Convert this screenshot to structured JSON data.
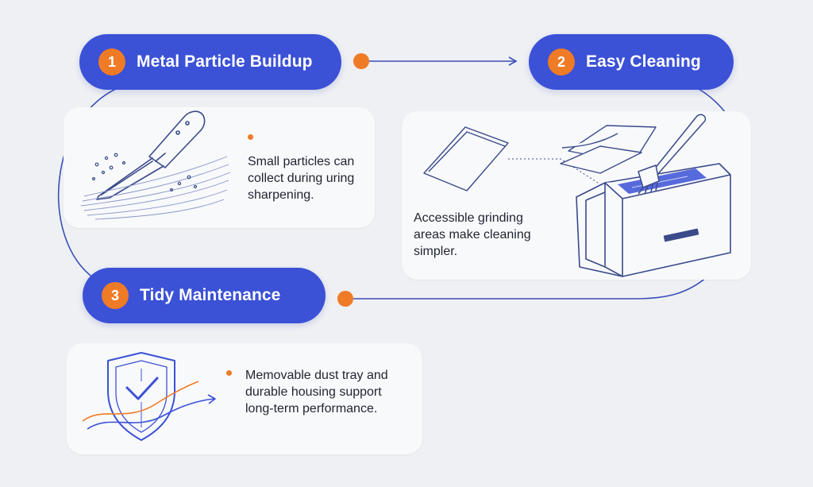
{
  "steps": [
    {
      "number": "1",
      "title": "Metal Particle Buildup",
      "description": "Small particles can collect during uring sharpening."
    },
    {
      "number": "2",
      "title": "Easy Cleaning",
      "description": "Accessible grinding areas make cleaning simpler."
    },
    {
      "number": "3",
      "title": "Tidy Maintenance",
      "description": "Memovable dust tray and durable housing support long-term performance."
    }
  ],
  "illustrations": {
    "step1": "knife-icon",
    "step2": "sharpener-with-brush-icon",
    "step3": "shield-check-icon"
  },
  "colors": {
    "pill": "#3b51d6",
    "accent": "#f07b26",
    "line": "#3b4fb8",
    "card": "#f8f9fb",
    "background": "#eef0f3"
  }
}
